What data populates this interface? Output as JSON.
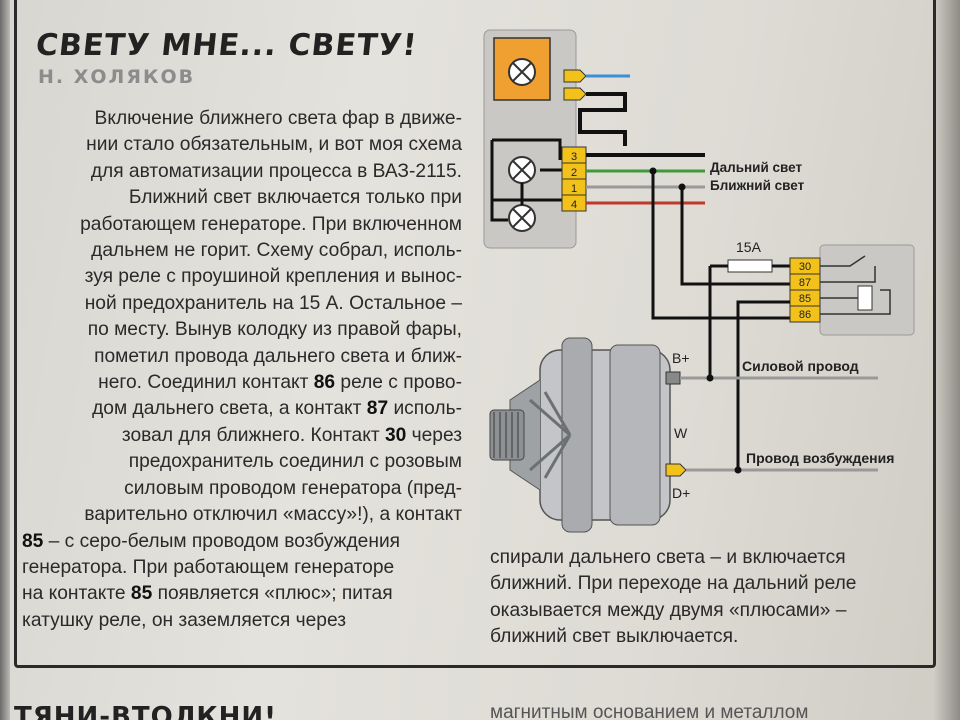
{
  "article": {
    "title": "СВЕТУ МНЕ... СВЕТУ!",
    "author": "Н. ХОЛЯКОВ",
    "body_lines": [
      "Включение ближнего света фар в движе-",
      "нии стало обязательным, и вот моя схема",
      "для автоматизации процесса в ВАЗ-2115.",
      "Ближний свет включается только при",
      "работающем генераторе. При включенном",
      "дальнем не горит. Схему собрал, исполь-",
      "зуя реле с проушиной крепления и вынос-",
      "ной предохранитель на 15 А. Остальное –",
      "по месту. Вынув колодку из правой фары,",
      "пометил провода дальнего света и ближ-",
      "него. Соединил контакт ",
      "дом дальнего света, а контакт ",
      "зовал для ближнего. Контакт ",
      "предохранитель соединил с розовым",
      "силовым проводом генератора (пред-",
      "варительно отключил «массу»!), а контакт",
      " – с серо-белым проводом возбуждения",
      "генератора. При работающем генераторе",
      "на контакте ",
      "катушку реле, он заземляется через"
    ],
    "bold": {
      "c86": "86",
      "c87": "87",
      "c30": "30",
      "c85a": "85",
      "c85b": "85"
    },
    "body_tail": {
      "l11": " реле с прово-",
      "l12": " исполь-",
      "l13": " через",
      "l19": " появляется «плюс»; питая"
    },
    "col2_lines": [
      "спирали дальнего света – и включается",
      "ближний. При переходе на дальний реле",
      "оказывается между двумя «плюсами» –",
      "ближний свет выключается."
    ],
    "footer": {
      "title": "ТЯНИ-ВТОЛКНИ!",
      "col2": "магнитным основанием и металлом"
    }
  },
  "diagram": {
    "pins_headlight": [
      "3",
      "2",
      "1",
      "4"
    ],
    "label_high_beam": "Дальний свет",
    "label_low_beam": "Ближний свет",
    "fuse_label": "15A",
    "relay_pins": [
      "30",
      "87",
      "85",
      "86"
    ],
    "gen_terminals": {
      "bplus": "B+",
      "w": "W",
      "dplus": "D+"
    },
    "label_power_wire": "Силовой провод",
    "label_excitation_wire": "Провод возбуждения",
    "colors": {
      "pin_yellow": "#f2c21a",
      "wire_blue": "#3b8fd6",
      "wire_green": "#3f9a3a",
      "wire_red": "#c0392b",
      "wire_black": "#111111",
      "lamp_orange": "#f0a030"
    }
  }
}
